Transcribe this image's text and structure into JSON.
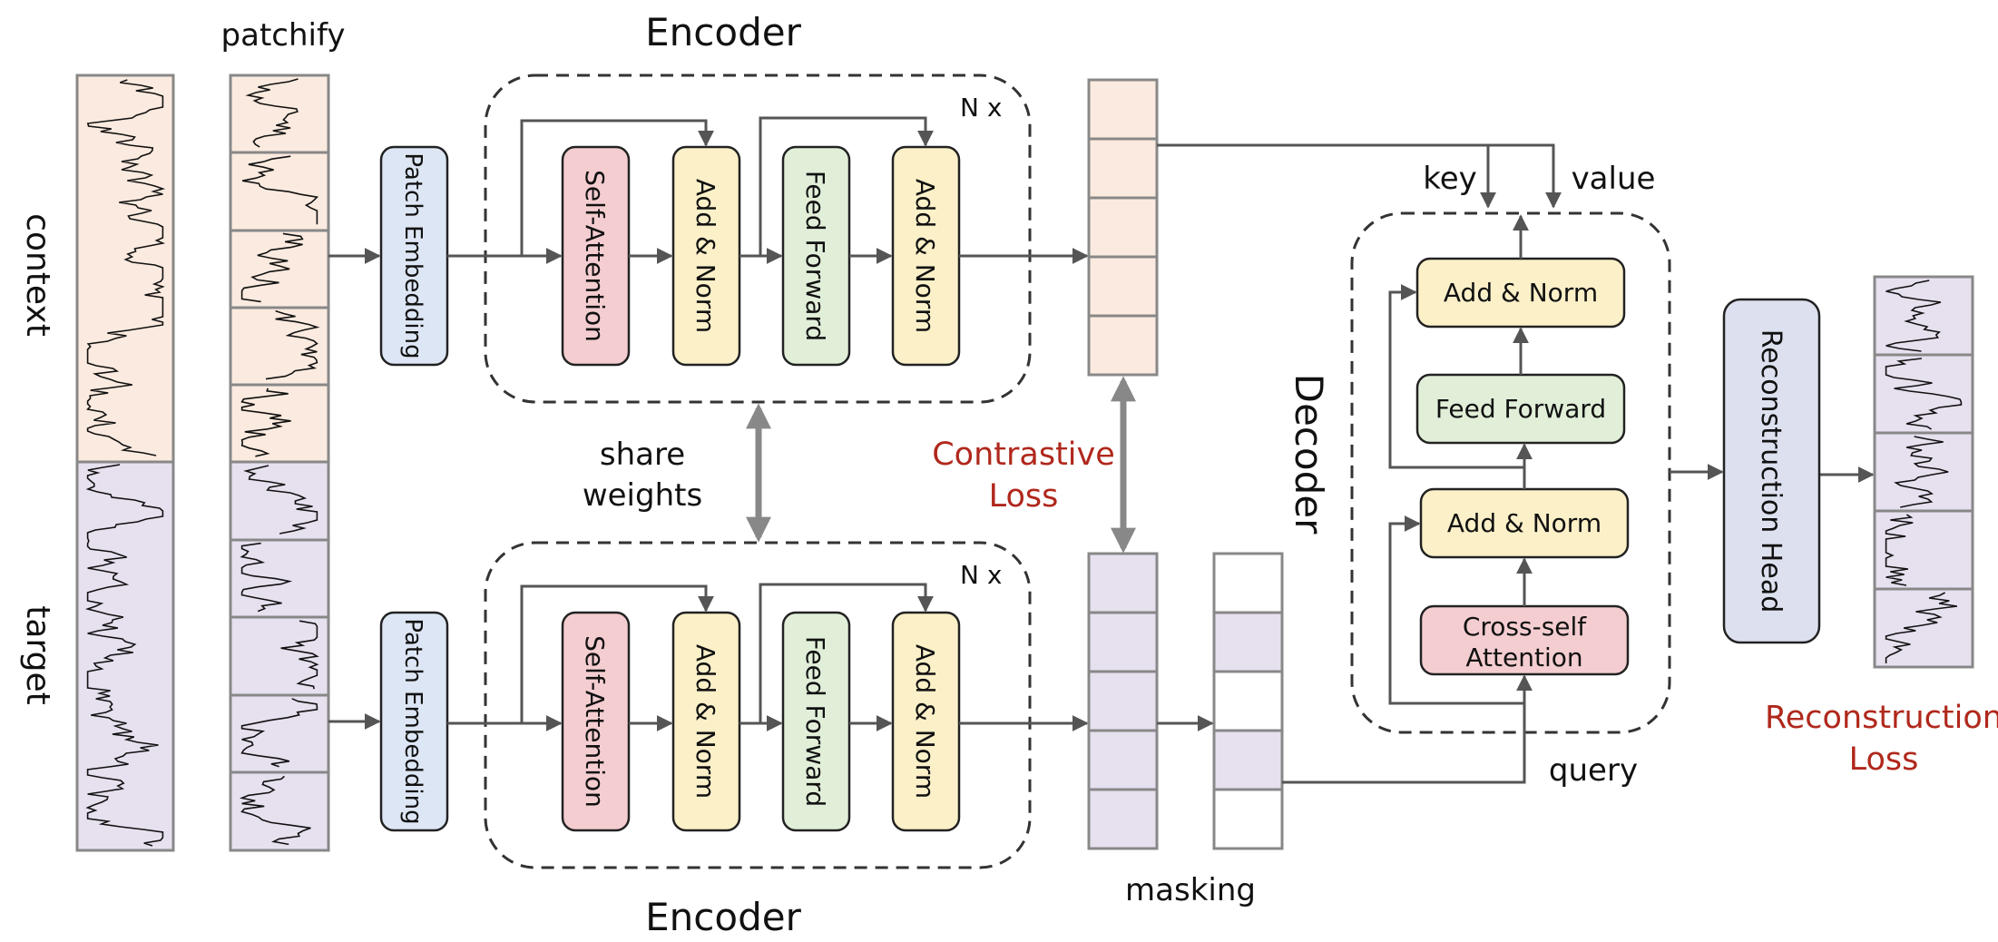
{
  "labels": {
    "patchify": "patchify",
    "context": "context",
    "target": "target",
    "encoder_top": "Encoder",
    "encoder_bottom": "Encoder",
    "nx_top": "N x",
    "nx_bottom": "N x",
    "share_weights_line1": "share",
    "share_weights_line2": "weights",
    "contrastive_line1": "Contrastive",
    "contrastive_line2": "Loss",
    "masking": "masking",
    "decoder": "Decoder",
    "key": "key",
    "value": "value",
    "query": "query",
    "reconstruction_loss_line1": "Reconstruction",
    "reconstruction_loss_line2": "Loss"
  },
  "blocks": {
    "patch_embedding": "Patch Embedding",
    "self_attention": "Self-Attention",
    "add_norm": "Add & Norm",
    "feed_forward": "Feed Forward",
    "cross_self_line1": "Cross-self",
    "cross_self_line2": "Attention",
    "reconstruction_head": "Reconstruction Head"
  },
  "colors": {
    "context_fill": "#fbeadf",
    "target_fill": "#e7e0ef",
    "patch_embed_fill": "#dde6f4",
    "self_attn_fill": "#f4cdd0",
    "add_norm_fill": "#fbf0c8",
    "feed_forward_fill": "#e1efd9",
    "cross_attn_fill": "#f4cdd0",
    "recon_head_fill": "#dde1ef",
    "loss_text": "#b0281c",
    "frame_stroke": "#888888"
  }
}
